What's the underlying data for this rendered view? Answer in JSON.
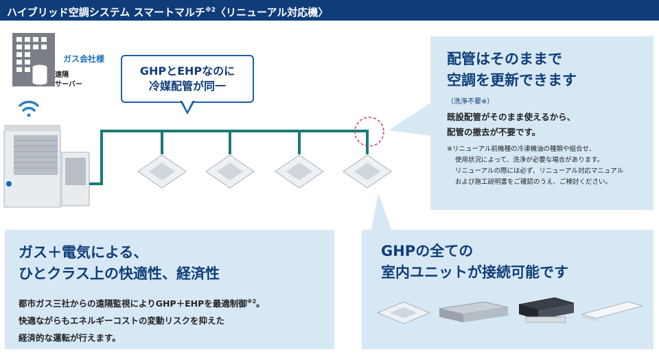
{
  "header": {
    "title": "ハイブリッド空調システム スマートマルチ",
    "title_sup": "※2",
    "title_suffix": "〈リニューアル対応機〉"
  },
  "building": {
    "company_label": "ガス会社様",
    "remote_line1": "遠隔",
    "remote_line2": "サーバー"
  },
  "callout": {
    "line1": "GHPとEHPなのに",
    "line2": "冷媒配管が同一"
  },
  "panel_top_right": {
    "title_line1": "配管はそのままで",
    "title_line2": "空調を更新できます",
    "note": "（洗浄不要※）",
    "body_line1": "既設配管がそのまま使えるから、",
    "body_line2": "配管の撤去が不要です。",
    "small_line1": "※リニューアル前機種の冷凍機油の種類や組合せ、",
    "small_line2": "使用状況によって、洗浄が必要な場合があります。",
    "small_line3": "リニューアルの際には必ず、リニューアル対応マニュアル",
    "small_line4": "および施工説明書をご確認のうえ、ご検討ください。"
  },
  "panel_bottom_left": {
    "title_line1": "ガス＋電気による、",
    "title_line2": "ひとクラス上の快適性、経済性",
    "body_line1": "都市ガス三社からの遠隔監視によりGHP＋EHPを最適制御",
    "body_line1_sup": "※2",
    "body_line1_end": "。",
    "body_line2": "快適ながらもエネルギーコストの変動リスクを抑えた",
    "body_line3": "経済的な運転が行えます。"
  },
  "panel_bottom_right": {
    "title_line1": "GHPの全ての",
    "title_line2": "室内ユニットが接続可能です"
  },
  "colors": {
    "header_bg": "#0e3d7a",
    "pipe": "#1a7a78",
    "panel_bg": "#d7e8f5",
    "accent_blue": "#1a5fa8",
    "highlight_circle": "#d6336c"
  }
}
